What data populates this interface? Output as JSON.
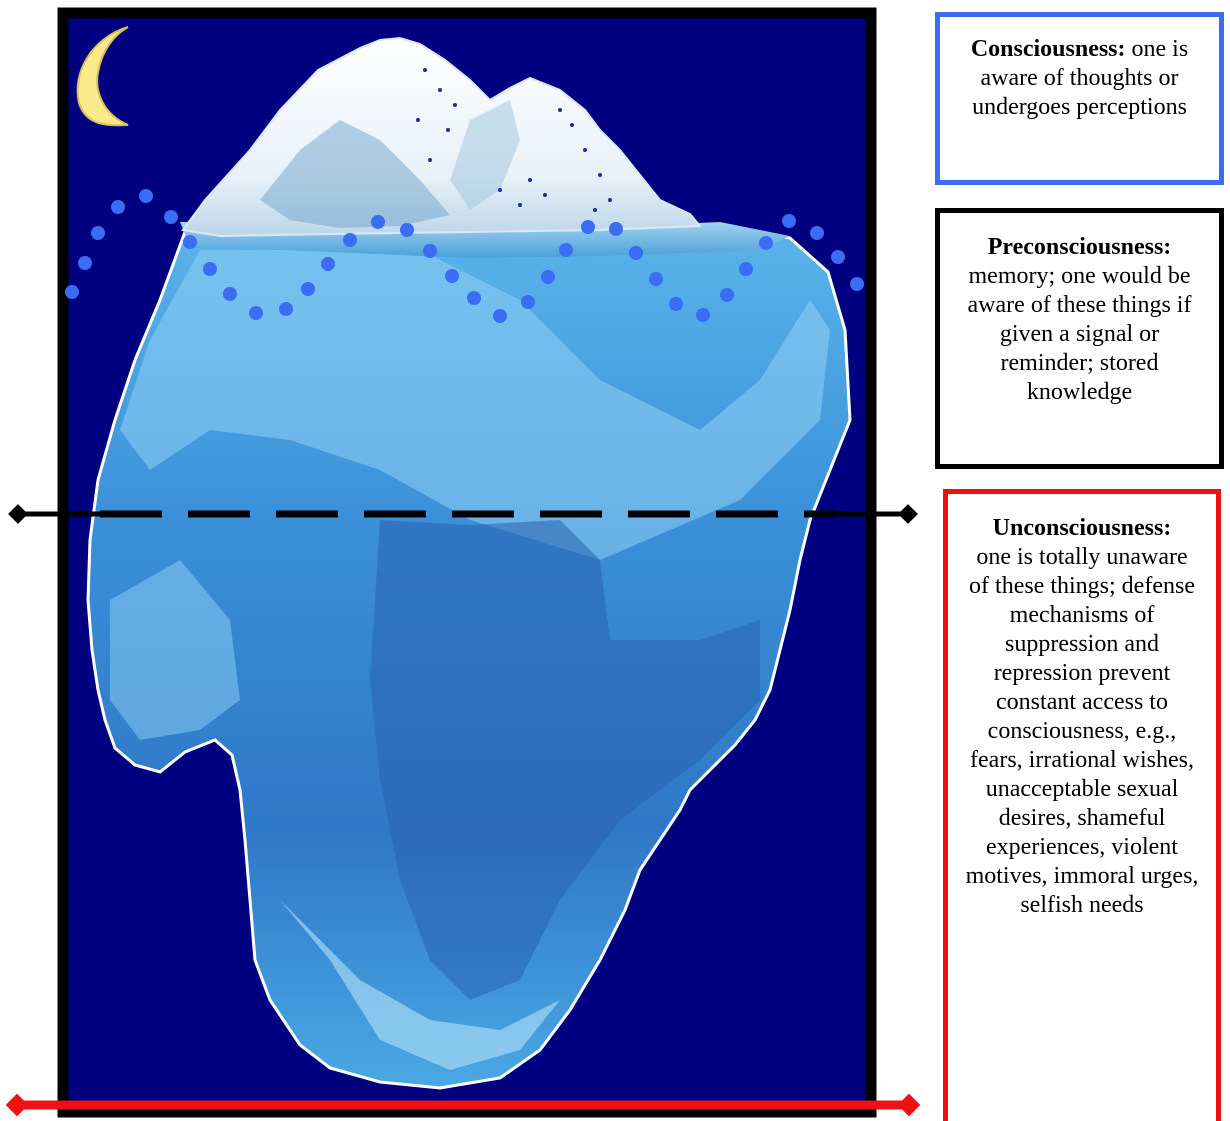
{
  "colors": {
    "sky": "#000080",
    "frame": "#000000",
    "moon": "#fbe98a",
    "water_dots": "#3a6cf4",
    "conscious_border": "#3a6cf4",
    "preconscious_border": "#000000",
    "unconscious_border": "#ee1111",
    "red_line": "#ee1111"
  },
  "labels": {
    "conscious": {
      "term": "Consciousness:",
      "definition": "one is aware of thoughts or undergoes perceptions"
    },
    "preconscious": {
      "term": "Preconsciousness:",
      "definition": "memory; one would be aware of these things if given a signal or reminder; stored knowledge"
    },
    "unconscious": {
      "term": "Unconsciousness:",
      "definition": "one is totally unaware of these things; defense mechanisms of suppression and repression prevent constant access to consciousness, e.g., fears, irrational wishes, unacceptable sexual desires, shameful experiences, violent motives, immoral urges, selfish needs"
    }
  },
  "icons": {
    "moon": "crescent-moon-icon",
    "iceberg": "iceberg-icon",
    "waterline": "wavy-dotted-line",
    "divider": "dashed-line-with-diamond-ends",
    "bottom": "red-line-with-diamond-ends"
  }
}
